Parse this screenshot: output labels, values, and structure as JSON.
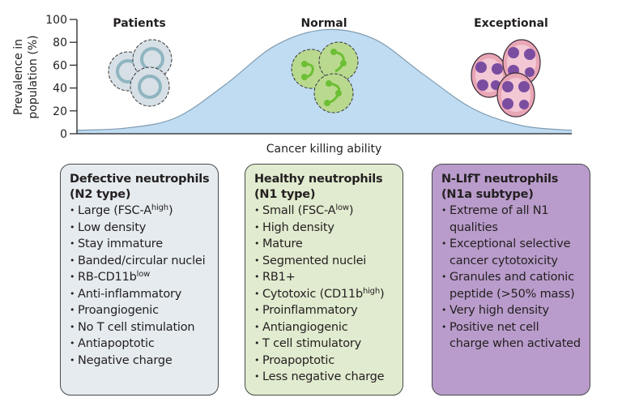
{
  "chart_data": {
    "type": "area",
    "title": "",
    "xlabel": "Cancer killing ability",
    "ylabel": "Prevalence in population (%)",
    "ylim": [
      0,
      100
    ],
    "yticks": [
      0,
      20,
      40,
      60,
      80,
      100
    ],
    "xlim": [
      0,
      1
    ],
    "grid": false,
    "fill_color": "#bfdcf2",
    "line_color": "#7f9bb0",
    "x": [
      0.0,
      0.1,
      0.2,
      0.3,
      0.4,
      0.5,
      0.6,
      0.7,
      0.8,
      0.9,
      1.0
    ],
    "y": [
      3,
      5,
      14,
      43,
      77,
      91,
      83,
      52,
      22,
      7,
      3
    ],
    "annotations": [
      {
        "label": "Patients",
        "position": "left"
      },
      {
        "label": "Normal",
        "position": "center"
      },
      {
        "label": "Exceptional",
        "position": "right"
      }
    ]
  },
  "illustrations": {
    "patients_cells": {
      "color": "#d7e0e6",
      "ring_color": "#8fb5c0"
    },
    "normal_cells": {
      "color": "#b9d98f",
      "nucleus_color": "#6cbf34"
    },
    "exceptional_cells": {
      "color": "#e9a6b5",
      "nucleus_color": "#7a4da1"
    }
  },
  "boxes": [
    {
      "title_line1": "Defective neutrophils",
      "title_line2": "(N2 type)",
      "color": "#e5ebef",
      "items": [
        {
          "text": "Large (FSC-A",
          "sup": "high",
          "tail": ")"
        },
        {
          "text": "Low density"
        },
        {
          "text": "Stay immature"
        },
        {
          "text": "Banded/circular nuclei"
        },
        {
          "text": "RB-CD11b",
          "sup": "low"
        },
        {
          "text": "Anti-inflammatory"
        },
        {
          "text": "Proangiogenic"
        },
        {
          "text": "No T cell stimulation"
        },
        {
          "text": "Antiapoptotic"
        },
        {
          "text": "Negative charge"
        }
      ]
    },
    {
      "title_line1": "Healthy neutrophils",
      "title_line2": "(N1 type)",
      "color": "#e1ebcf",
      "items": [
        {
          "text": "Small (FSC-A",
          "sup": "low",
          "tail": ")"
        },
        {
          "text": "High density"
        },
        {
          "text": "Mature"
        },
        {
          "text": "Segmented nuclei"
        },
        {
          "text": "RB1+"
        },
        {
          "text": "Cytotoxic (CD11b",
          "sup": "high",
          "tail": ")"
        },
        {
          "text": "Proinflammatory"
        },
        {
          "text": "Antiangiogenic"
        },
        {
          "text": "T cell stimulatory"
        },
        {
          "text": "Proapoptotic"
        },
        {
          "text": "Less negative charge"
        }
      ]
    },
    {
      "title_line1": "N-LIfT neutrophils",
      "title_line2": "(N1a subtype)",
      "color": "#b99ccb",
      "items": [
        {
          "text": "Extreme of all N1 qualities"
        },
        {
          "text": "Exceptional selective cancer cytotoxicity"
        },
        {
          "text": "Granules and cationic peptide (>50% mass)"
        },
        {
          "text": "Very high density"
        },
        {
          "text": "Positive net cell charge when activated"
        }
      ]
    }
  ]
}
